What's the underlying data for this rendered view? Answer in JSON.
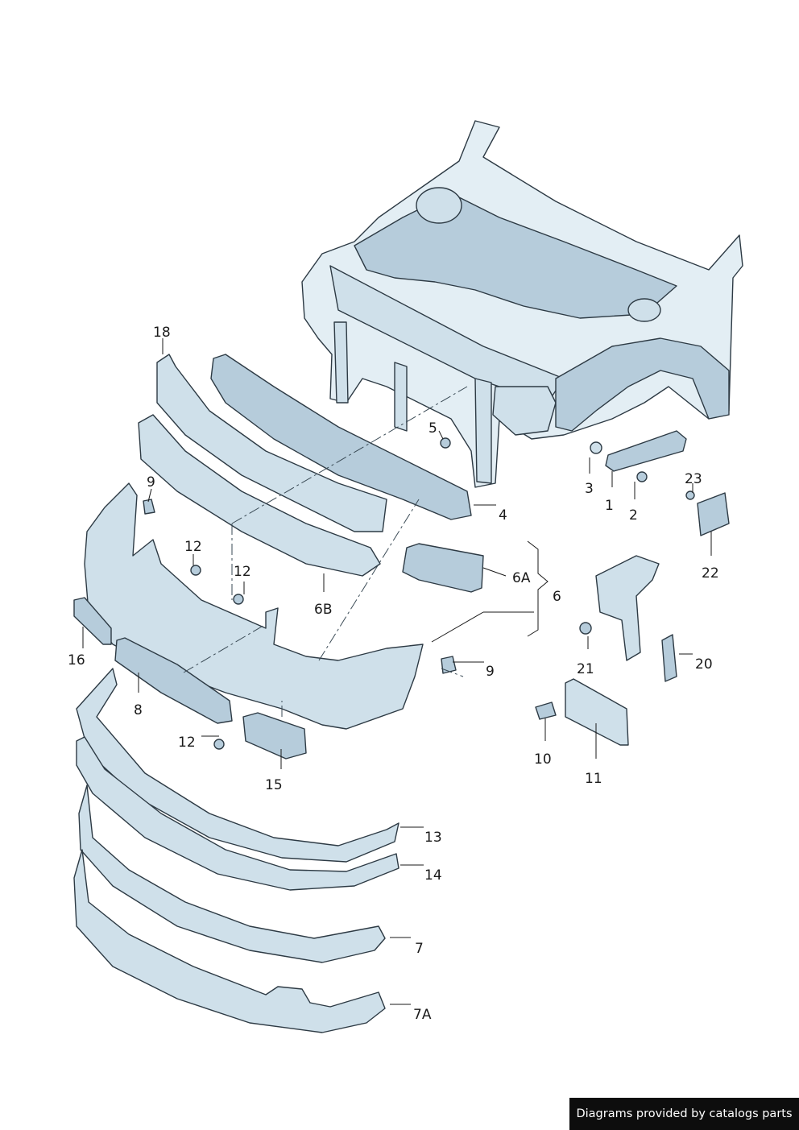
{
  "footer": {
    "text": "Diagrams provided by catalogs parts"
  },
  "callouts": {
    "c1": "1",
    "c2": "2",
    "c3": "3",
    "c4": "4",
    "c5": "5",
    "c6": "6",
    "c6A": "6A",
    "c6B": "6B",
    "c7": "7",
    "c7A": "7A",
    "c8": "8",
    "c9a": "9",
    "c9b": "9",
    "c10": "10",
    "c11": "11",
    "c12a": "12",
    "c12b": "12",
    "c12c": "12",
    "c13": "13",
    "c14": "14",
    "c15": "15",
    "c16": "16",
    "c18": "18",
    "c20": "20",
    "c21": "21",
    "c22": "22",
    "c23": "23"
  },
  "colors": {
    "part_light": "#cfe0ea",
    "part_mid": "#b6ccdb",
    "outline": "#2d3a44"
  }
}
